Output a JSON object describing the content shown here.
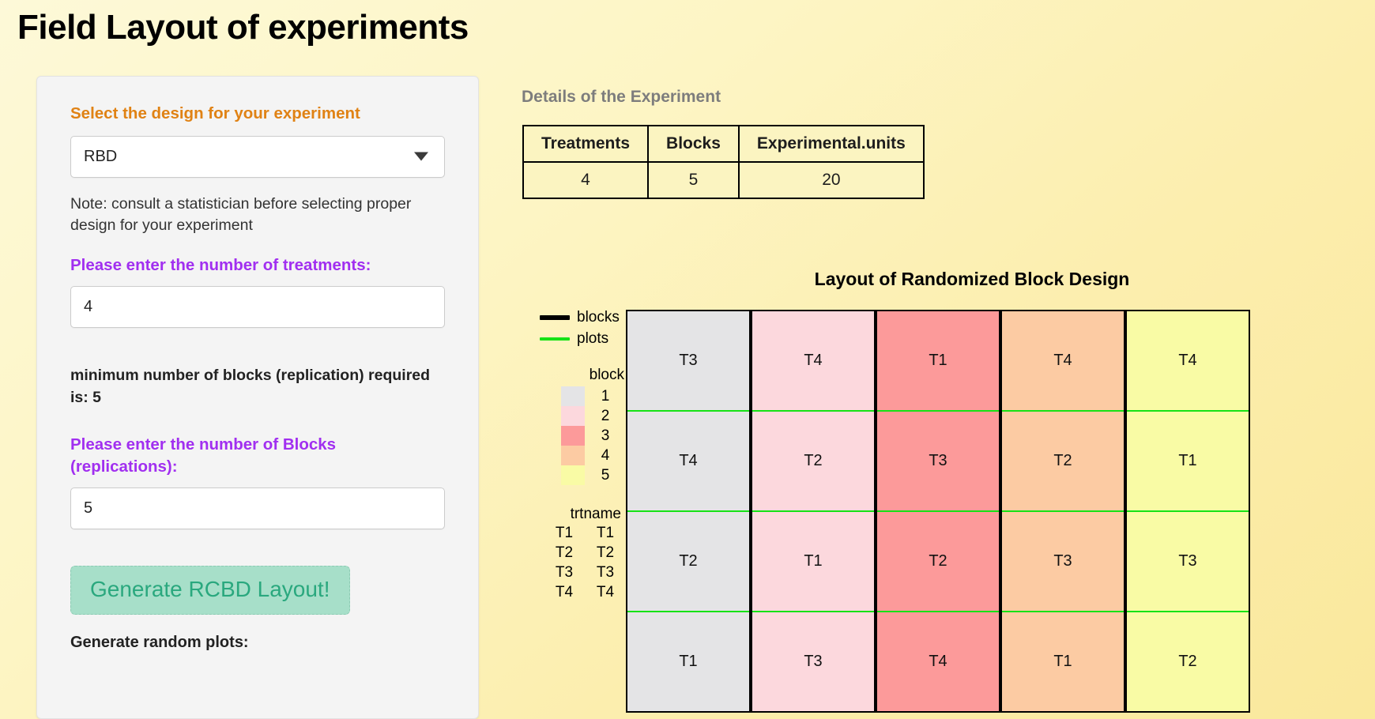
{
  "page": {
    "title": "Field Layout of experiments"
  },
  "sidebar": {
    "design_label": "Select the design for your experiment",
    "design_value": "RBD",
    "design_caret_icon": "chevron-down-icon",
    "note": "Note: consult a statistician before selecting proper design for your experiment",
    "treatments_label": "Please enter the number of treatments:",
    "treatments_value": "4",
    "min_blocks_note": "minimum number of blocks (replication) required is: 5",
    "blocks_label": "Please enter the number of Blocks (replications):",
    "blocks_value": "5",
    "generate_button": "Generate RCBD Layout!",
    "random_plots_label": "Generate random plots:"
  },
  "details": {
    "heading": "Details of the Experiment",
    "columns": [
      "Treatments",
      "Blocks",
      "Experimental.units"
    ],
    "values": [
      "4",
      "5",
      "20"
    ]
  },
  "chart_data": {
    "type": "heatmap",
    "title": "Layout of Randomized Block Design",
    "xlabel": "",
    "ylabel": "",
    "blocks": [
      1,
      2,
      3,
      4,
      5
    ],
    "plots_per_block": 4,
    "block_colors": [
      "#e4e4e6",
      "#fcd8dd",
      "#fc9a9a",
      "#fccba3",
      "#f9fba5"
    ],
    "treatment_names": [
      "T1",
      "T2",
      "T3",
      "T4"
    ],
    "line_legend": [
      {
        "label": "blocks",
        "color": "#000000",
        "icon": "thick-line-icon"
      },
      {
        "label": "plots",
        "color": "#16e216",
        "icon": "thin-line-icon"
      }
    ],
    "block_legend_title": "block",
    "trt_legend_title": "trtname",
    "grid": [
      {
        "block": 1,
        "color": "#e4e4e6",
        "cells": [
          "T3",
          "T4",
          "T2",
          "T1"
        ]
      },
      {
        "block": 2,
        "color": "#fcd8dd",
        "cells": [
          "T4",
          "T2",
          "T1",
          "T3"
        ]
      },
      {
        "block": 3,
        "color": "#fc9a9a",
        "cells": [
          "T1",
          "T3",
          "T2",
          "T4"
        ]
      },
      {
        "block": 4,
        "color": "#fccba3",
        "cells": [
          "T4",
          "T2",
          "T3",
          "T1"
        ]
      },
      {
        "block": 5,
        "color": "#f9fba5",
        "cells": [
          "T4",
          "T1",
          "T3",
          "T2"
        ]
      }
    ]
  }
}
